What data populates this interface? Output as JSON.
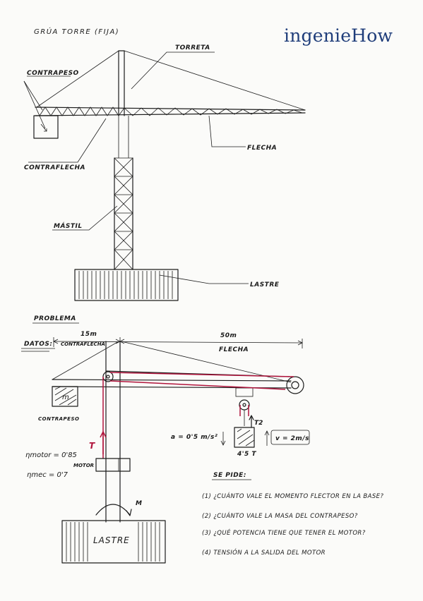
{
  "logo": {
    "text": "ingenieHow"
  },
  "top_diagram": {
    "title": "GRÚA TORRE (FIJA)",
    "labels": {
      "torreta": "TORRETA",
      "contrapeso": "CONTRAPESO",
      "contraflecha": "CONTRAFLECHA",
      "flecha": "FLECHA",
      "mastil": "MÁSTIL",
      "lastre": "LASTRE"
    }
  },
  "problem": {
    "title": "PROBLEMA",
    "datos_label": "DATOS:",
    "contraflecha_label": "CONTRAFLECHA",
    "dim_contraflecha": "15m",
    "dim_flecha": "50m",
    "flecha_label": "FLECHA",
    "contrapeso_label": "CONTRAPESO",
    "m_label": "m",
    "motor_label": "MOTOR",
    "eta_motor": "ηmotor = 0'85",
    "eta_mec": "ηmec = 0'7",
    "T_label": "T",
    "T2_label": "T2",
    "accel": "a = 0'5 m/s²",
    "velocity": "v = 2m/s",
    "load_mass": "4'5 T",
    "moment_label": "M",
    "lastre_label": "LASTRE"
  },
  "questions": {
    "header": "SE PIDE:",
    "items": [
      "(1) ¿CUÁNTO VALE EL MOMENTO FLECTOR EN LA BASE?",
      "(2) ¿CUÁNTO VALE LA MASA DEL CONTRAPESO?",
      "(3) ¿QUÉ POTENCIA TIENE QUE TENER EL MOTOR?",
      "(4) TENSIÓN A LA SALIDA DEL MOTOR"
    ]
  }
}
